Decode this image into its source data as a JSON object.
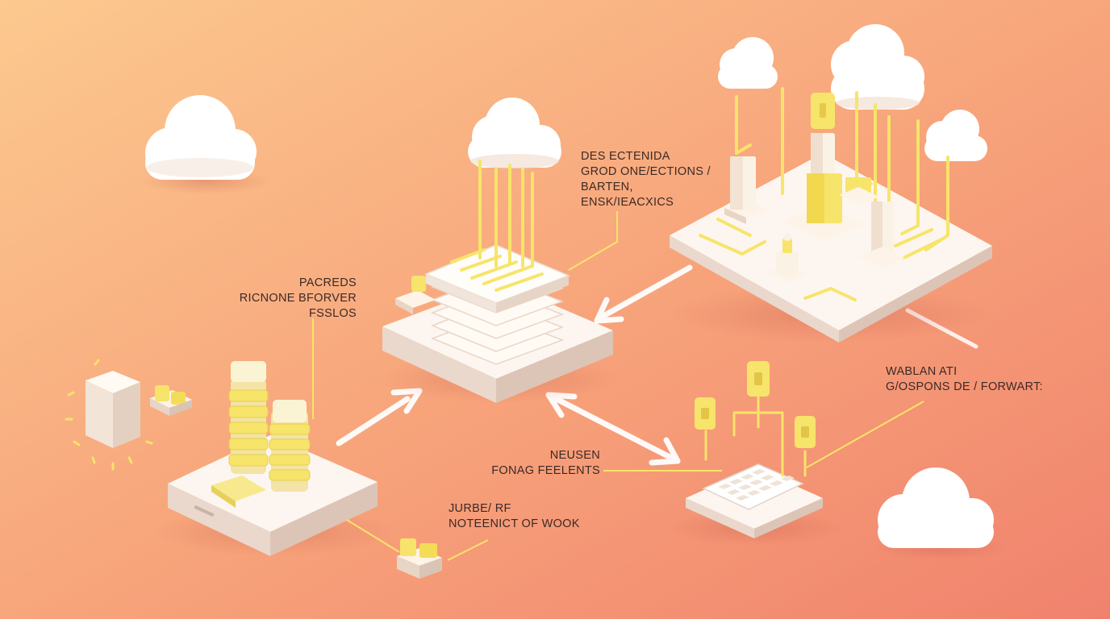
{
  "colors": {
    "bg_top": "#fbc38f",
    "bg_bottom": "#f28b72",
    "platform": "#fbf3ec",
    "platform_side": "#e6d2c6",
    "accent_yellow": "#f7e46a",
    "cloud": "#ffffff",
    "text": "#3b2a26"
  },
  "icons": [
    "cloud-icon",
    "server-stack-icon",
    "database-tower-icon",
    "keyboard-icon",
    "arrow-icon",
    "power-plug-icon",
    "building-icon",
    "connector-node-icon"
  ],
  "labels": {
    "top_center": [
      "DES ECTENIDA",
      "GROD ONE/ECTIONS /",
      "BARTEN,",
      "ENSK/IEACXICS"
    ],
    "left_middle": [
      "PACREDS",
      "RICNONE BFORVER",
      "FSSLOS"
    ],
    "right_middle": [
      "WABLAN ATI",
      "G/OSPONS DE / FORWART:"
    ],
    "center_bottom": [
      "NEUSEN",
      "FONAG FEELENTS"
    ],
    "bottom_left": [
      "JURBE/ RF",
      "NOTEENICT OF WOOK"
    ]
  }
}
